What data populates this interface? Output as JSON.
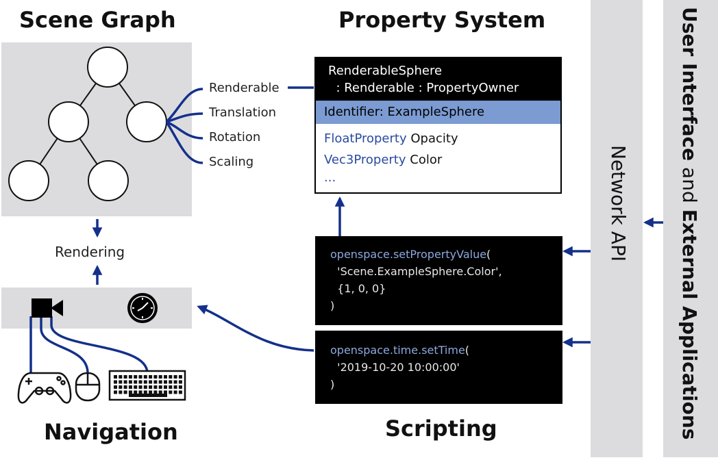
{
  "titles": {
    "scene_graph": "Scene Graph",
    "property_system": "Property System",
    "navigation": "Navigation",
    "scripting": "Scripting"
  },
  "scene_components": [
    "Renderable",
    "Translation",
    "Rotation",
    "Scaling"
  ],
  "rendering_label": "Rendering",
  "property_box": {
    "class_line1": "RenderableSphere",
    "class_line2": "  : Renderable : PropertyOwner",
    "identifier": "Identifier: ExampleSphere",
    "properties": [
      {
        "type": "FloatProperty",
        "name": "Opacity"
      },
      {
        "type": "Vec3Property",
        "name": "Color"
      }
    ],
    "ellipsis": "..."
  },
  "scripts": {
    "set_property": {
      "function": "openspace.setPropertyValue",
      "paren": "(",
      "arg1": "  'Scene.ExampleSphere.Color',",
      "arg2": "  {1, 0, 0}",
      "close": ")"
    },
    "set_time": {
      "function": "openspace.time.setTime",
      "paren": "(",
      "arg1": "  '2019-10-20 10:00:00'",
      "close": ")"
    }
  },
  "network_api": "Network API",
  "user_interface": {
    "part1": "User Interface",
    "part2": " and ",
    "part3": "External Applications"
  },
  "icons": [
    "camera-icon",
    "clock-icon",
    "gamepad-icon",
    "mouse-icon",
    "keyboard-icon"
  ],
  "colors": {
    "arrow_blue": "#14308a",
    "panel_gray": "#dcdcdf",
    "identifier_highlight": "#7b9bd2",
    "code_function": "#8ea8e0",
    "property_type": "#2a4aa0"
  }
}
